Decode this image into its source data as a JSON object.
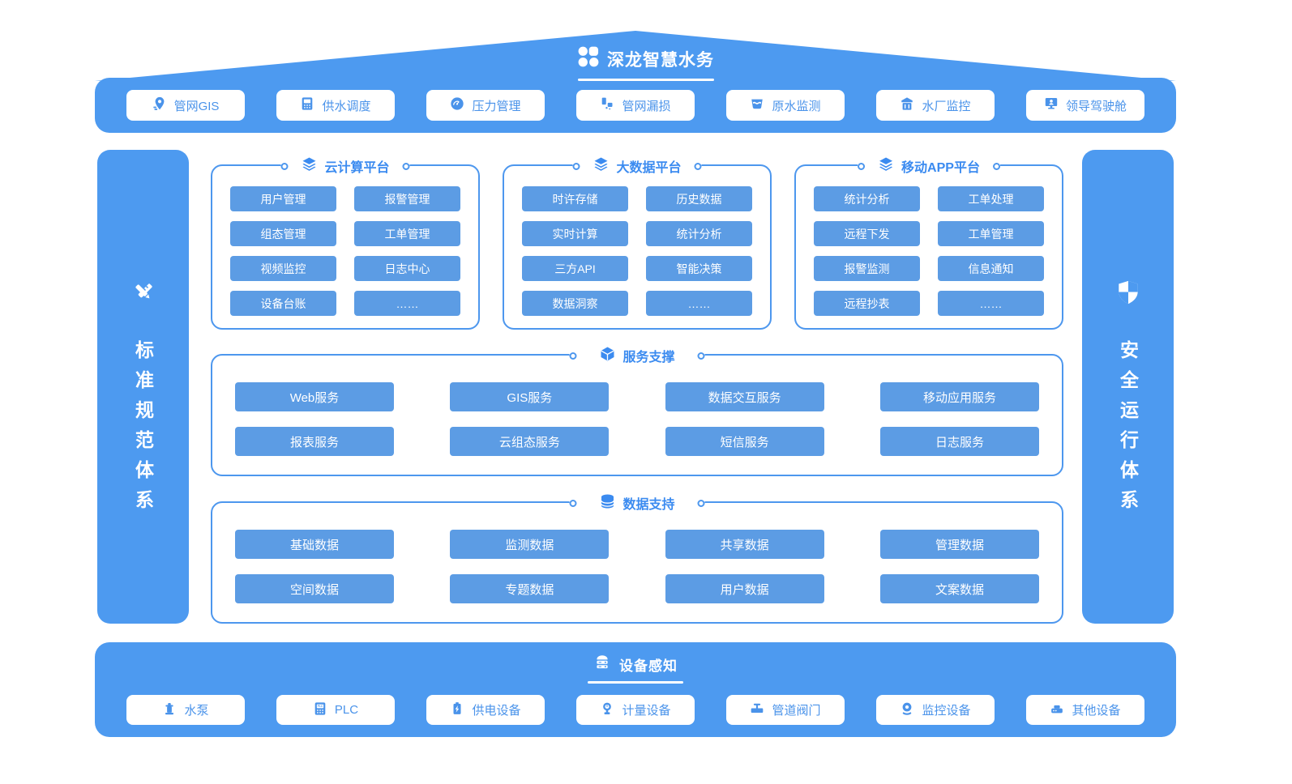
{
  "colors": {
    "banner_blue": "#4D9AF0",
    "chip_blue": "#5C9CE4",
    "accent_blue": "#3B8BF0",
    "white": "#FFFFFF"
  },
  "header": {
    "title": "深龙智慧水务",
    "logo_icon": "four-dots-logo-icon"
  },
  "top_apps": [
    {
      "icon": "map-pin-icon",
      "label": "管网GIS"
    },
    {
      "icon": "dispatch-panel-icon",
      "label": "供水调度"
    },
    {
      "icon": "gauge-icon",
      "label": "压力管理"
    },
    {
      "icon": "pipe-leak-icon",
      "label": "管网漏损"
    },
    {
      "icon": "water-bucket-icon",
      "label": "原水监测"
    },
    {
      "icon": "water-plant-icon",
      "label": "水厂监控"
    },
    {
      "icon": "cockpit-monitor-icon",
      "label": "领导驾驶舱"
    }
  ],
  "left_pillar": {
    "icon": "ruler-pencil-icon",
    "label": "标准规范体系"
  },
  "right_pillar": {
    "icon": "shield-check-icon",
    "label": "安全运行体系"
  },
  "platforms": [
    {
      "icon": "layers-icon",
      "title": "云计算平台",
      "items": [
        "用户管理",
        "报警管理",
        "组态管理",
        "工单管理",
        "视频监控",
        "日志中心",
        "设备台账",
        "……"
      ]
    },
    {
      "icon": "layers-icon",
      "title": "大数据平台",
      "items": [
        "时许存储",
        "历史数据",
        "实时计算",
        "统计分析",
        "三方API",
        "智能决策",
        "数据洞察",
        "……"
      ]
    },
    {
      "icon": "layers-icon",
      "title": "移动APP平台",
      "items": [
        "统计分析",
        "工单处理",
        "远程下发",
        "工单管理",
        "报警监测",
        "信息通知",
        "远程抄表",
        "……"
      ]
    }
  ],
  "service_section": {
    "icon": "cube-icon",
    "title": "服务支撑",
    "items": [
      "Web服务",
      "GIS服务",
      "数据交互服务",
      "移动应用服务",
      "报表服务",
      "云组态服务",
      "短信服务",
      "日志服务"
    ]
  },
  "data_section": {
    "icon": "database-icon",
    "title": "数据支持",
    "items": [
      "基础数据",
      "监测数据",
      "共享数据",
      "管理数据",
      "空间数据",
      "专题数据",
      "用户数据",
      "文案数据"
    ]
  },
  "device_section": {
    "icon": "server-stack-icon",
    "title": "设备感知",
    "items": [
      {
        "icon": "water-pump-icon",
        "label": "水泵"
      },
      {
        "icon": "plc-icon",
        "label": "PLC"
      },
      {
        "icon": "power-supply-icon",
        "label": "供电设备"
      },
      {
        "icon": "meter-icon",
        "label": "计量设备"
      },
      {
        "icon": "pipe-valve-icon",
        "label": "管道阀门"
      },
      {
        "icon": "camera-icon",
        "label": "监控设备"
      },
      {
        "icon": "other-device-icon",
        "label": "其他设备"
      }
    ]
  }
}
